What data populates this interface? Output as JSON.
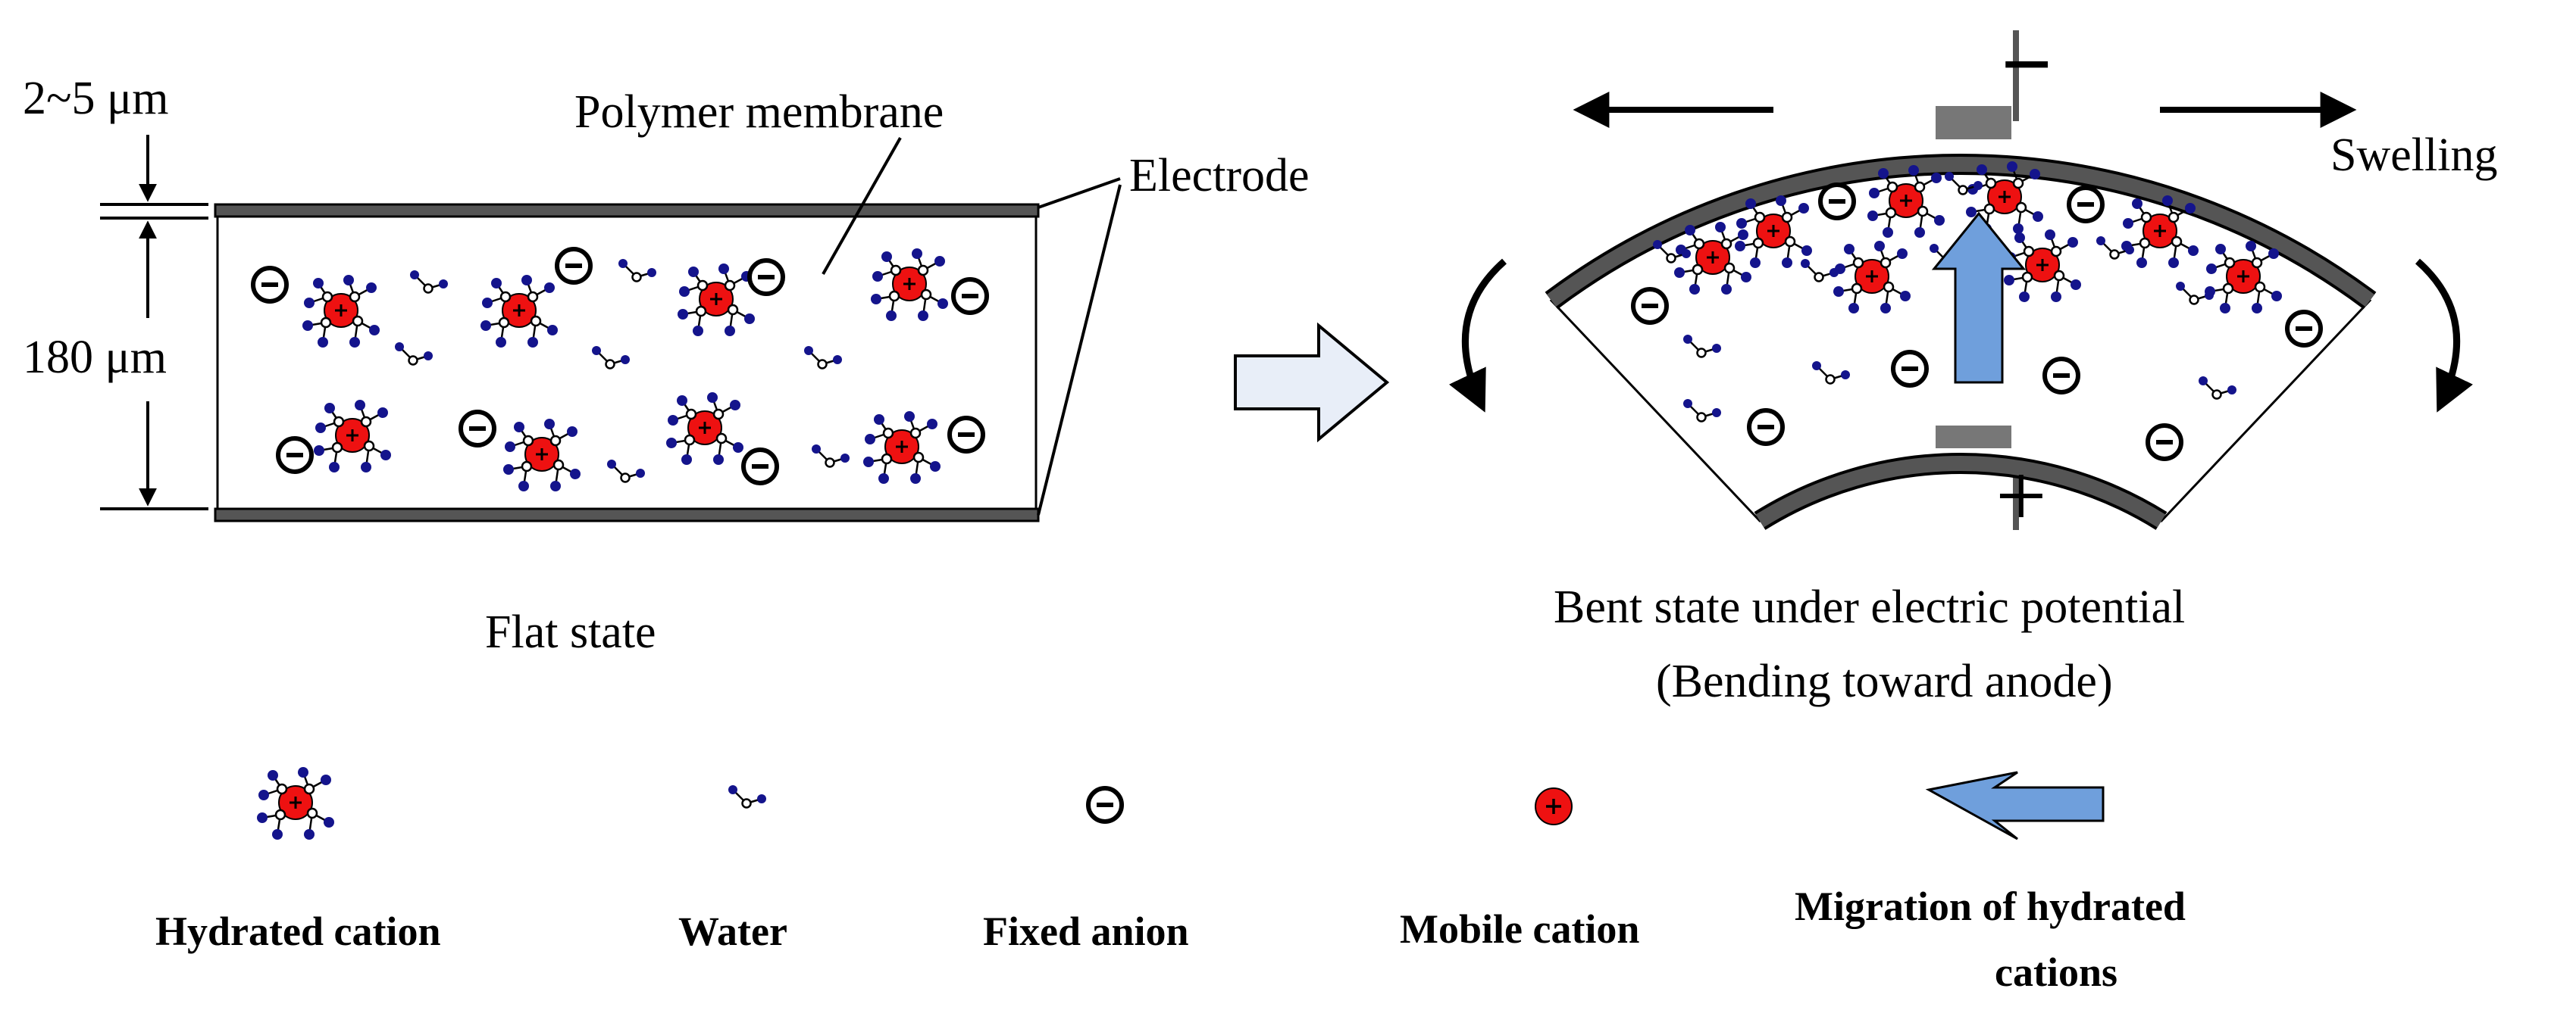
{
  "flat": {
    "dim_thin": "2~5 μm",
    "dim_thick": "180 μm",
    "membrane_label": "Polymer membrane",
    "electrode_label": "Electrode",
    "caption": "Flat state"
  },
  "bent": {
    "minus": "−",
    "plus": "+",
    "swelling_label": "Swelling",
    "caption_line1": "Bent state under electric potential",
    "caption_line2": "(Bending toward anode)"
  },
  "legend": {
    "hydrated_cation": "Hydrated cation",
    "water": "Water",
    "fixed_anion": "Fixed anion",
    "mobile_cation": "Mobile cation",
    "migration_line1": "Migration of hydrated",
    "migration_line2": "cations"
  },
  "colors": {
    "cation_red": "#ee1111",
    "water_blue": "#14148c",
    "electrode_gray": "#555555",
    "arrow_blue": "#6f9fdc",
    "arrow_light": "#e8eef8"
  }
}
